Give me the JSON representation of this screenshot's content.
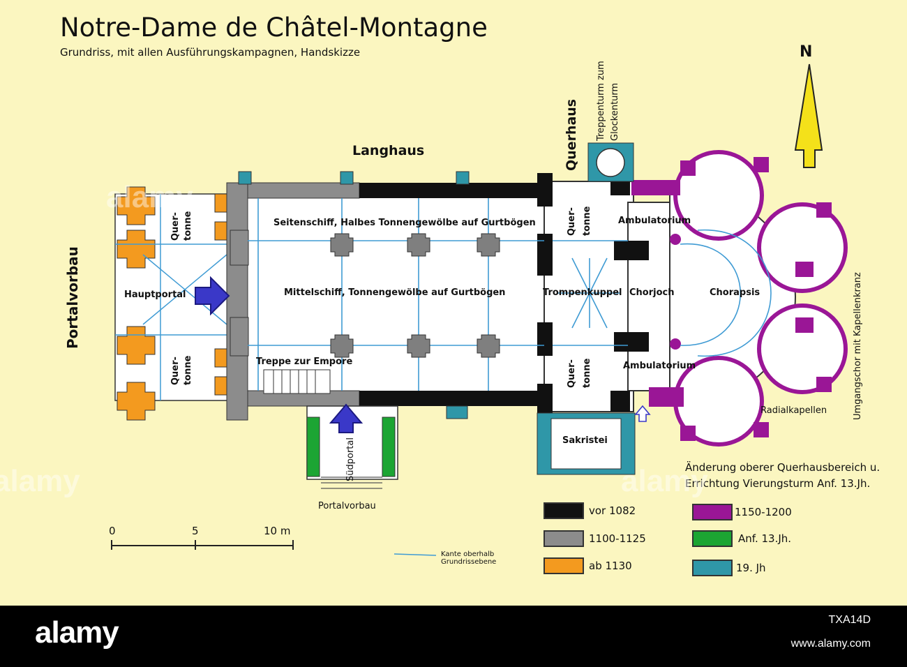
{
  "title": "Notre-Dame de Châtel-Montagne",
  "subtitle": "Grundriss,  mit allen Ausführungskampagnen, Handskizze",
  "north": "N",
  "labels": {
    "langhaus": "Langhaus",
    "querhaus": "Querhaus",
    "treppenturm_1": "Treppenturm zum",
    "treppenturm_2": "Glockenturm",
    "portalvorbau_west": "Portalvorbau",
    "quertonne_1": "Quer-",
    "quertonne_2": "tonne",
    "hauptportal": "Hauptportal",
    "seitenschiff": "Seitenschiff, Halbes Tonnengewölbe auf Gurtbögen",
    "mittelschiff": "Mittelschiff, Tonnengewölbe auf Gurtbögen",
    "treppe": "Treppe zur Empore",
    "trompenkuppel": "Trompenkuppel",
    "chorjoch": "Chorjoch",
    "chorapsis": "Chorapsis",
    "ambulatorium": "Ambulatorium",
    "sakristei": "Sakristei",
    "suedportal": "Südportal",
    "portalvorbau_sued": "Portalvorbau",
    "radialkapellen": "Radialkapellen",
    "umgangschor": "Umgangschor mit Kapellenkranz"
  },
  "scale": {
    "ticks": [
      "0",
      "5",
      "10 m"
    ]
  },
  "kante_note": [
    "Kante oberhalb",
    "Grundrissebene"
  ],
  "change_note": [
    "Änderung oberer Querhausbereich u.",
    "Errichtung Vierungsturm  Anf. 13.Jh."
  ],
  "legend": [
    {
      "label": "vor 1082",
      "color": "#111111"
    },
    {
      "label": "1100-1125",
      "color": "#8c8c8c"
    },
    {
      "label": "ab 1130",
      "color": "#f39a1f"
    },
    {
      "label": "1150-1200",
      "color": "#9a1696"
    },
    {
      "label": "Anf. 13.Jh.",
      "color": "#1ca533"
    },
    {
      "label": "19. Jh",
      "color": "#2f97a8"
    }
  ],
  "colors": {
    "background": "#fbf6c0",
    "vault_lines": "#3f9bd4",
    "north_arrow": "#f4e11a",
    "portal_arrow": "#3a38c8"
  },
  "footer": {
    "brand": "alamy",
    "image_id": "TXA14D",
    "site": "www.alamy.com"
  },
  "watermarks": [
    "alamy",
    "alamy",
    "alamy"
  ]
}
